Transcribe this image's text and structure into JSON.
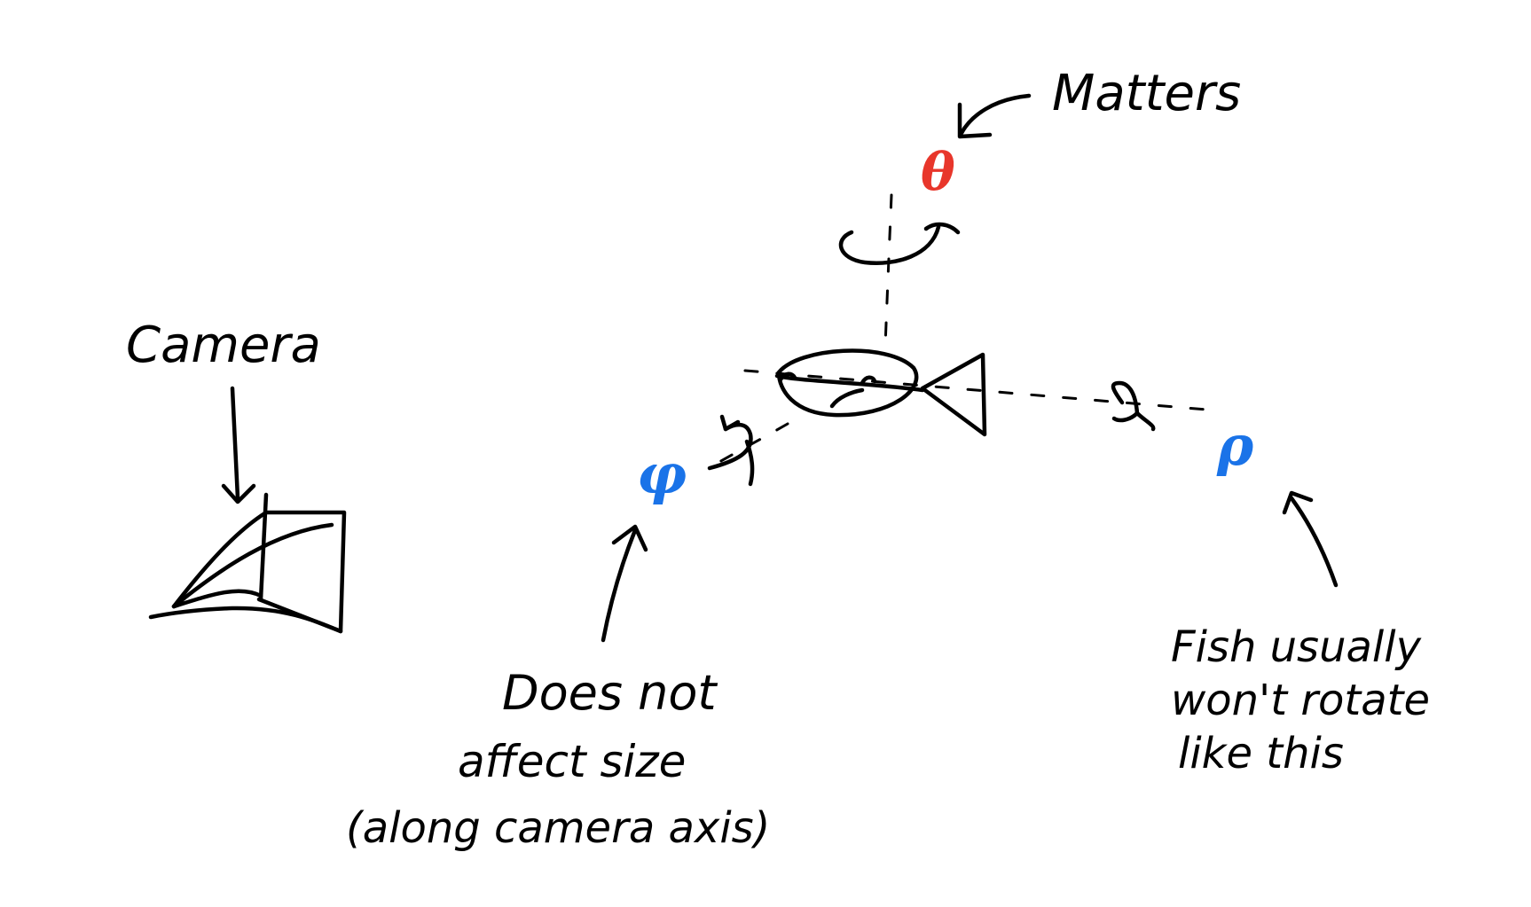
{
  "labels": {
    "camera": "Camera",
    "matters": "Matters",
    "phi_note_line1": "Does not",
    "phi_note_line2": "affect size",
    "phi_note_line3": "(along camera axis)",
    "rho_note_line1": "Fish usually",
    "rho_note_line2": "won't rotate",
    "rho_note_line3": "like this"
  },
  "symbols": {
    "theta": "θ",
    "phi": "φ",
    "rho": "ρ"
  },
  "colors": {
    "ink": "#000000",
    "theta": "#e8362b",
    "phi": "#1a73e8",
    "rho": "#1a73e8",
    "background": "#ffffff"
  },
  "icons": {
    "camera": "camera-frustum-icon",
    "fish": "fish-icon"
  }
}
